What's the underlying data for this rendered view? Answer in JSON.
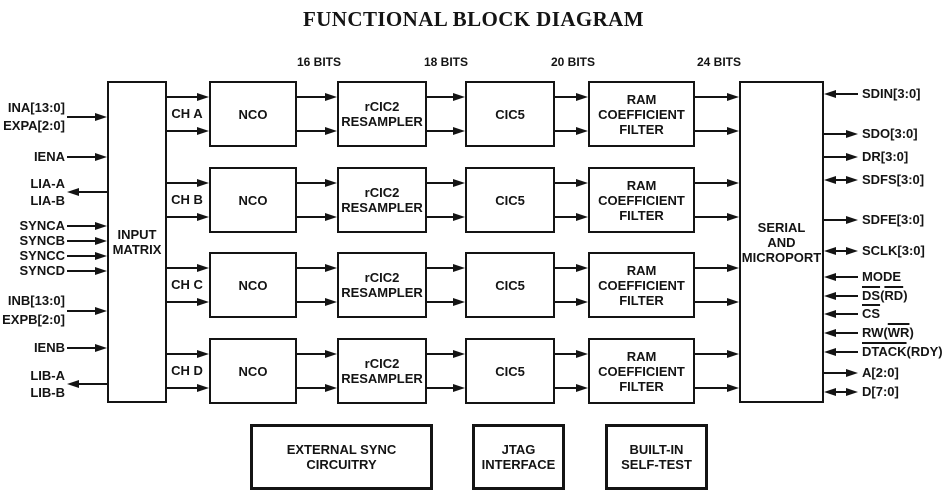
{
  "title": "FUNCTIONAL BLOCK DIAGRAM",
  "colors": {
    "ink": "#141414",
    "background": "#ffffff"
  },
  "input_matrix": {
    "label": "INPUT\nMATRIX"
  },
  "serial_block": {
    "label": "SERIAL\nAND\nMICROPORT"
  },
  "pipeline_stages": [
    "NCO",
    "rCIC2\nRESAMPLER",
    "CIC5",
    "RAM\nCOEFFICIENT\nFILTER"
  ],
  "bit_width_labels": [
    "16 BITS",
    "18 BITS",
    "20 BITS",
    "24 BITS"
  ],
  "channels": [
    {
      "name": "CH A"
    },
    {
      "name": "CH B"
    },
    {
      "name": "CH C"
    },
    {
      "name": "CH D"
    }
  ],
  "left_pins": {
    "labels": [
      "INA[13:0]",
      "EXPA[2:0]",
      "IENA",
      "LIA-A",
      "LIA-B",
      "SYNCA",
      "SYNCB",
      "SYNCC",
      "SYNCD",
      "INB[13:0]",
      "EXPB[2:0]",
      "IENB",
      "LIB-A",
      "LIB-B"
    ],
    "arrows": [
      {
        "signal": "INA-EXPA",
        "direction": "in"
      },
      {
        "signal": "IENA",
        "direction": "in"
      },
      {
        "signal": "LIA",
        "direction": "out"
      },
      {
        "signal": "SYNCA",
        "direction": "in"
      },
      {
        "signal": "SYNCB",
        "direction": "in"
      },
      {
        "signal": "SYNCC",
        "direction": "in"
      },
      {
        "signal": "SYNCD",
        "direction": "in"
      },
      {
        "signal": "INB-EXPB",
        "direction": "in"
      },
      {
        "signal": "IENB",
        "direction": "in"
      },
      {
        "signal": "LIB",
        "direction": "out"
      }
    ]
  },
  "right_pins": [
    {
      "signal": "SDIN",
      "label": "SDIN[3:0]",
      "direction": "in"
    },
    {
      "signal": "SDO",
      "label": "SDO[3:0]",
      "direction": "out"
    },
    {
      "signal": "DR",
      "label": "DR[3:0]",
      "direction": "out"
    },
    {
      "signal": "SDFS",
      "label": "SDFS[3:0]",
      "direction": "bidir"
    },
    {
      "signal": "SDFE",
      "label": "SDFE[3:0]",
      "direction": "out"
    },
    {
      "signal": "SCLK",
      "label": "SCLK[3:0]",
      "direction": "bidir"
    },
    {
      "signal": "MODE",
      "label": "MODE",
      "direction": "in"
    },
    {
      "signal": "DS-RD",
      "direction": "in",
      "parts": [
        {
          "t": "DS",
          "ov": true
        },
        {
          "t": "(",
          "ov": false
        },
        {
          "t": "RD",
          "ov": true
        },
        {
          "t": ")",
          "ov": false
        }
      ]
    },
    {
      "signal": "CS",
      "direction": "in",
      "parts": [
        {
          "t": "CS",
          "ov": true
        }
      ]
    },
    {
      "signal": "RW-WR",
      "direction": "in",
      "parts": [
        {
          "t": "RW(",
          "ov": false
        },
        {
          "t": "WR",
          "ov": true
        },
        {
          "t": ")",
          "ov": false
        }
      ]
    },
    {
      "signal": "DTACK-RDY",
      "direction": "in",
      "parts": [
        {
          "t": "DTACK",
          "ov": true
        },
        {
          "t": "(RDY)",
          "ov": false
        }
      ]
    },
    {
      "signal": "A",
      "label": "A[2:0]",
      "direction": "out"
    },
    {
      "signal": "D",
      "label": "D[7:0]",
      "direction": "bidir"
    }
  ],
  "bottom_blocks": [
    "EXTERNAL SYNC\nCIRCUITRY",
    "JTAG\nINTERFACE",
    "BUILT-IN\nSELF-TEST"
  ]
}
